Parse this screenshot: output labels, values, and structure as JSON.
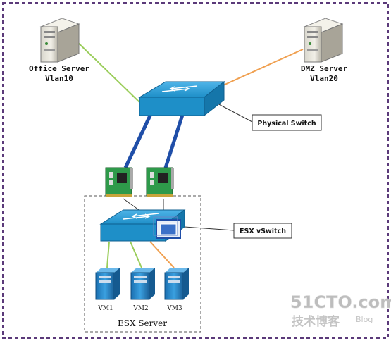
{
  "nodes": {
    "office_server": {
      "name": "Office Server",
      "vlan": "Vlan10"
    },
    "dmz_server": {
      "name": "DMZ Server",
      "vlan": "Vlan20"
    },
    "physical_switch": {
      "label": "Physical Switch"
    },
    "esx_vswitch": {
      "label": "ESX vSwitch"
    },
    "esx_server": {
      "label": "ESX Server"
    },
    "vms": [
      {
        "label": "VM1"
      },
      {
        "label": "VM2"
      },
      {
        "label": "VM3"
      }
    ]
  },
  "watermark": {
    "site": "51CTO.com",
    "cn": "技术博客",
    "blog": "Blog"
  },
  "colors": {
    "vlan10_link": "#9acd5a",
    "vlan20_link": "#f0a050",
    "trunk_link": "#1f4ea8",
    "switch_face": "#1e8fc8",
    "frame": "#5b3a7a"
  },
  "icons": [
    "server-tower-icon",
    "network-switch-icon",
    "nic-card-icon",
    "vm-server-icon",
    "vswitch-window-icon"
  ]
}
